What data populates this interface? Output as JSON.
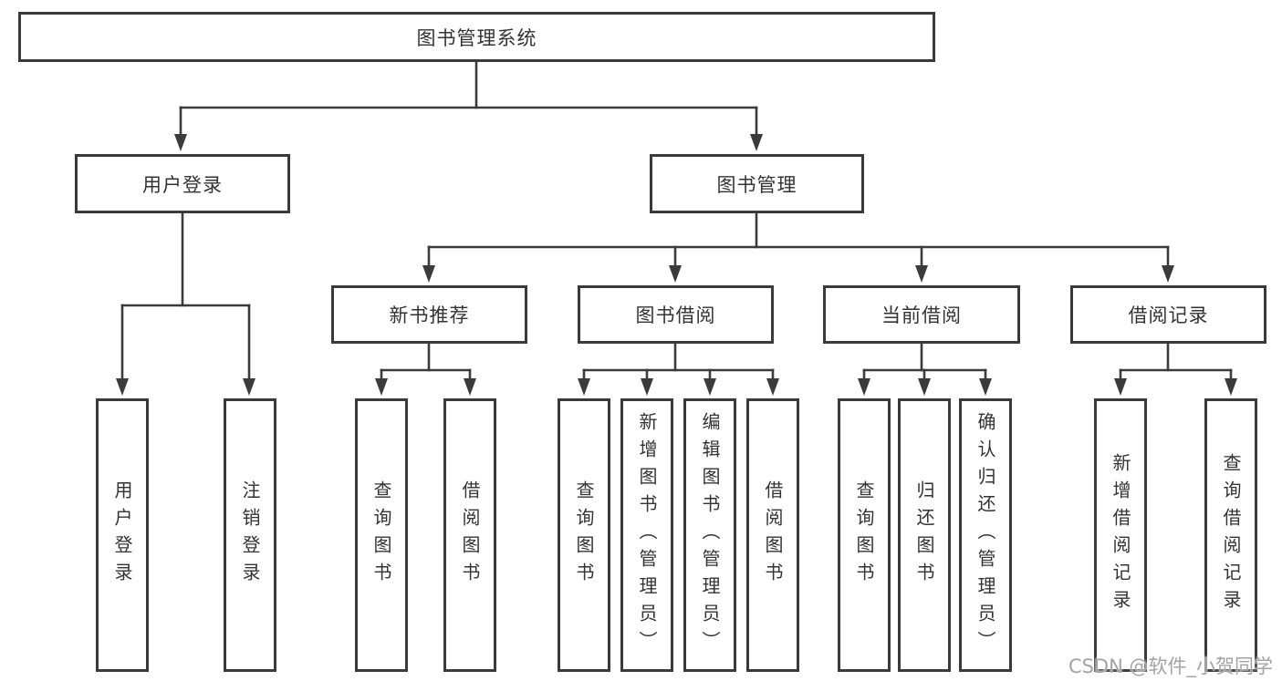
{
  "diagram": {
    "root": {
      "label": "图书管理系统"
    },
    "level2": [
      {
        "id": "user-login",
        "label": "用户登录"
      },
      {
        "id": "book-management",
        "label": "图书管理"
      }
    ],
    "level3": [
      {
        "id": "new-book-recommend",
        "label": "新书推荐"
      },
      {
        "id": "book-borrowing",
        "label": "图书借阅"
      },
      {
        "id": "current-borrowing",
        "label": "当前借阅"
      },
      {
        "id": "borrowing-records",
        "label": "借阅记录"
      }
    ],
    "leaves": [
      {
        "id": "user-login-leaf",
        "label": "用户登录"
      },
      {
        "id": "logout-leaf",
        "label": "注销登录"
      },
      {
        "id": "query-book-recommend",
        "label": "查询图书"
      },
      {
        "id": "borrow-book-recommend",
        "label": "借阅图书"
      },
      {
        "id": "query-book-borrowing",
        "label": "查询图书"
      },
      {
        "id": "add-book-admin",
        "label": "新增图书（管理员）"
      },
      {
        "id": "edit-book-admin",
        "label": "编辑图书（管理员）"
      },
      {
        "id": "borrow-book-borrowing",
        "label": "借阅图书"
      },
      {
        "id": "query-book-current",
        "label": "查询图书"
      },
      {
        "id": "return-book",
        "label": "归还图书"
      },
      {
        "id": "confirm-return-admin",
        "label": "确认归还（管理员）"
      },
      {
        "id": "add-borrow-record",
        "label": "新增借阅记录"
      },
      {
        "id": "query-borrow-record",
        "label": "查询借阅记录"
      }
    ]
  },
  "watermark": {
    "text": "CSDN @软件_小贺同学"
  },
  "colors": {
    "line": "#3b3b3b",
    "box_border": "#3a3a3a",
    "text": "#333333",
    "watermark": "#a3a3a3",
    "background": "#ffffff"
  }
}
